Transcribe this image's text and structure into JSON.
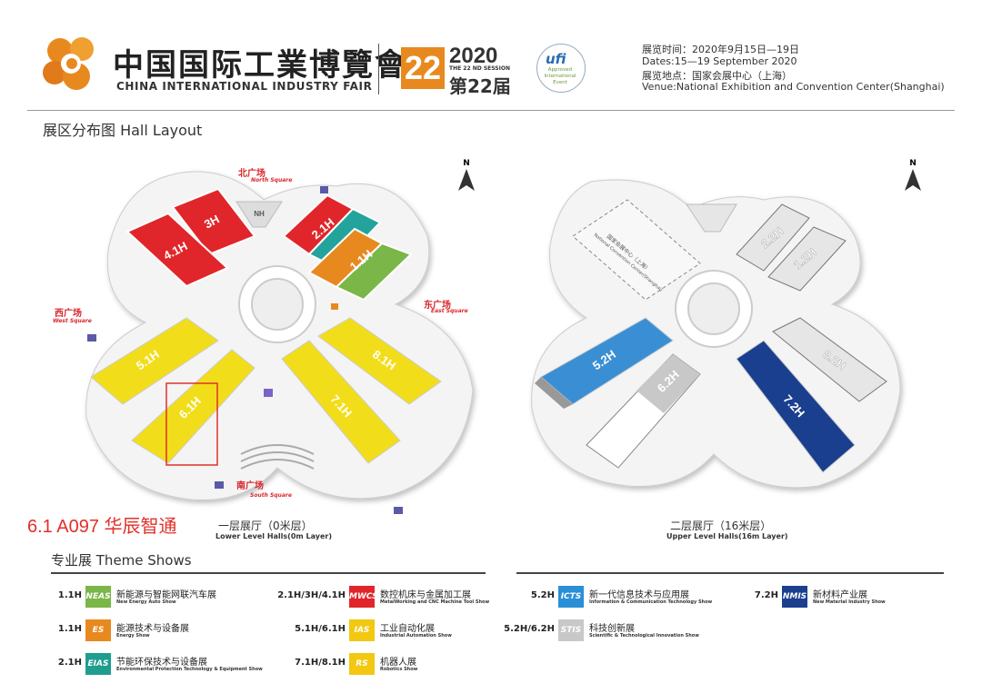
{
  "header": {
    "title_cn": "中国国际工業博覽會",
    "title_en": "CHINA INTERNATIONAL INDUSTRY FAIR",
    "session_number": "22",
    "year": "2020",
    "session_en": "THE 22 ND SESSION",
    "session_cn": "第22届",
    "ufi_logo_text": "ufi",
    "ufi_sub": "Approved International Event",
    "dates_cn": "展览时间：2020年9月15日—19日",
    "dates_en": "Dates:15—19 September 2020",
    "venue_cn": "展览地点：国家会展中心（上海）",
    "venue_en": "Venue:National Exhibition and Convention Center(Shanghai)"
  },
  "hall_layout_title": "展区分布图 Hall Layout",
  "lower_map": {
    "north": "N",
    "halls": [
      {
        "id": "3H",
        "color": "#e0262a"
      },
      {
        "id": "4.1H",
        "color": "#e0262a"
      },
      {
        "id": "2.1H",
        "color": "#e0262a"
      },
      {
        "id": "1.1H",
        "color": "#7ab648"
      },
      {
        "id": "5.1H",
        "color": "#f2dd1a"
      },
      {
        "id": "6.1H",
        "color": "#f2dd1a"
      },
      {
        "id": "7.1H",
        "color": "#f2dd1a"
      },
      {
        "id": "8.1H",
        "color": "#f2dd1a"
      }
    ],
    "nh_label": "NH",
    "north_square_cn": "北广场",
    "north_square_en": "North Square",
    "west_square_cn": "西广场",
    "west_square_en": "West Square",
    "east_square_cn": "东广场",
    "east_square_en": "East Square",
    "south_square_cn": "南广场",
    "south_square_en": "South Square",
    "caption_cn": "一层展厅（0米层）",
    "caption_en": "Lower Level Halls(0m Layer)"
  },
  "upper_map": {
    "north": "N",
    "halls": [
      {
        "id": "2.2H",
        "color": "#e6e6e6"
      },
      {
        "id": "1.2H",
        "color": "#e6e6e6"
      },
      {
        "id": "5.2H",
        "color": "#3a8fd4"
      },
      {
        "id": "6.2H",
        "color": "#e6e6e6"
      },
      {
        "id": "7.2H",
        "color": "#1a3f8f"
      },
      {
        "id": "8.2H",
        "color": "#e6e6e6"
      }
    ],
    "convention_center_cn": "国家会展中心（上海）",
    "convention_center_en": "National Convention Center(Shanghai)",
    "caption_cn": "二层展厅（16米层）",
    "caption_en": "Upper Level Halls(16m Layer)"
  },
  "booth_label": "6.1 A097 华辰智通",
  "theme_title": "专业展 Theme Shows",
  "theme_shows": [
    {
      "code": "1.1H",
      "badge": "NEAS",
      "badge_color": "#7ab648",
      "cn": "新能源与智能网联汽车展",
      "en": "New Energy Auto Show"
    },
    {
      "code": "1.1H",
      "badge": "ES",
      "badge_color": "#e8891f",
      "cn": "能源技术与设备展",
      "en": "Energy Show"
    },
    {
      "code": "2.1H",
      "badge": "EIAS",
      "badge_color": "#1f9d8f",
      "cn": "节能环保技术与设备展",
      "en": "Environmental Protection Technology & Equipment Show"
    },
    {
      "code": "2.1H/3H/4.1H",
      "badge": "MWCS",
      "badge_color": "#e0262a",
      "cn": "数控机床与金属加工展",
      "en": "MetalWorking and CNC Machine Tool Show"
    },
    {
      "code": "5.1H/6.1H",
      "badge": "IAS",
      "badge_color": "#f2c812",
      "cn": "工业自动化展",
      "en": "Industrial Automation Show"
    },
    {
      "code": "7.1H/8.1H",
      "badge": "RS",
      "badge_color": "#f2c812",
      "cn": "机器人展",
      "en": "Robotics Show"
    },
    {
      "code": "5.2H",
      "badge": "ICTS",
      "badge_color": "#2a8fd6",
      "cn": "新一代信息技术与应用展",
      "en": "Information & Communication Technology Show"
    },
    {
      "code": "5.2H/6.2H",
      "badge": "STIS",
      "badge_color": "#c8c8c8",
      "cn": "科技创新展",
      "en": "Scientific & Technological Innovation Show"
    },
    {
      "code": "7.2H",
      "badge": "NMIS",
      "badge_color": "#1a3f8f",
      "cn": "新材料产业展",
      "en": "New Material Industry Show"
    }
  ]
}
